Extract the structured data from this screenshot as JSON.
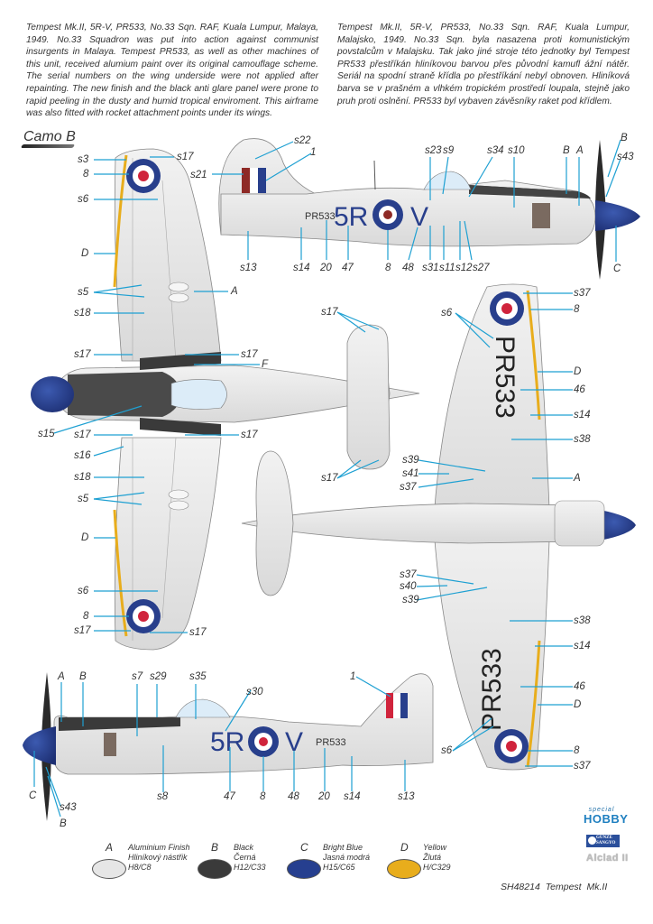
{
  "description": {
    "english": "Tempest Mk.II, 5R-V, PR533, No.33 Sqn. RAF, Kuala Lumpur, Malaya, 1949. No.33 Squadron was put into action against communist insurgents in Malaya. Tempest PR533, as well as other machines of this unit, received alumium paint over its original camouflage scheme. The serial numbers on the wing underside were not applied after repainting. The new finish and the black anti glare panel were prone to rapid peeling in the dusty and humid tropical enviroment. This airframe was also fitted with rocket attachment points under its wings.",
    "czech": "Tempest Mk.II, 5R-V, PR533, No.33 Sqn. RAF, Kuala Lumpur, Malajsko, 1949. No.33 Sqn. byla nasazena proti komunistickým povstalcům v Malajsku. Tak jako jiné stroje této jednotky byl Tempest PR533 přestříkán hliníkovou barvou přes původní kamufl ážní nátěr. Seriál na spodní straně křídla po přestříkání nebyl obnoven. Hliníková barva se v prašném a vlhkém tropickém prostředí loupala, stejně jako pruh proti oslnění. PR533 byl vybaven závěsníky raket pod křídlem."
  },
  "scheme_title": "Camo B",
  "markings": {
    "code_left": "5R",
    "code_right": "V",
    "serial": "PR533"
  },
  "labels": {
    "top_view": [
      "s3",
      "8",
      "s6",
      "D",
      "s5",
      "s18",
      "s17",
      "s15",
      "s17",
      "s16",
      "s18",
      "s5",
      "D",
      "s6",
      "8",
      "s17",
      "s17",
      "A",
      "s17",
      "F",
      "s17",
      "s17",
      "s17"
    ],
    "side_view_top": [
      "s22",
      "1",
      "s21",
      "s13",
      "s14",
      "20",
      "47",
      "8",
      "48",
      "s23",
      "s9",
      "s31",
      "s11",
      "s12",
      "s27",
      "s34",
      "s10",
      "B",
      "A",
      "B",
      "s43",
      "C"
    ],
    "underside": [
      "s17",
      "s17",
      "s6",
      "s39",
      "s41",
      "s37",
      "s37",
      "s40",
      "s39",
      "s6",
      "s37",
      "8",
      "D",
      "46",
      "s14",
      "s38",
      "A",
      "s38",
      "s14",
      "46",
      "D",
      "8",
      "s37"
    ],
    "side_view_bottom": [
      "A",
      "B",
      "s7",
      "s29",
      "s35",
      "s30",
      "1",
      "C",
      "s43",
      "B",
      "s8",
      "47",
      "8",
      "48",
      "20",
      "s14",
      "s13"
    ]
  },
  "legend": [
    {
      "letter": "A",
      "name_en": "Aluminium Finish",
      "name_cz": "Hliníkový nástřik",
      "code": "H8/C8",
      "color": "#e6e6e6"
    },
    {
      "letter": "B",
      "name_en": "Black",
      "name_cz": "Černá",
      "code": "H12/C33",
      "color": "#3a3a3a"
    },
    {
      "letter": "C",
      "name_en": "Bright Blue",
      "name_cz": "Jasná modrá",
      "code": "H15/C65",
      "color": "#263f8f"
    },
    {
      "letter": "D",
      "name_en": "Yellow",
      "name_cz": "Žlutá",
      "code": "H/C329",
      "color": "#e8ad1c"
    }
  ],
  "logos": {
    "special": "special",
    "hobby": "HOBBY",
    "gunze_1": "GUNZE",
    "gunze_2": "SANGYO",
    "alclad": "Alclad II"
  },
  "footer": "SH48214  Tempest Mk.II",
  "colors": {
    "aluminium": "#e6e6e6",
    "black": "#3a3a3a",
    "roundel_blue": "#283f8c",
    "roundel_red": "#d0243c",
    "yellow": "#e8ad1c",
    "leader_line": "#1ea0d2",
    "fin_red": "#8e2a26"
  }
}
